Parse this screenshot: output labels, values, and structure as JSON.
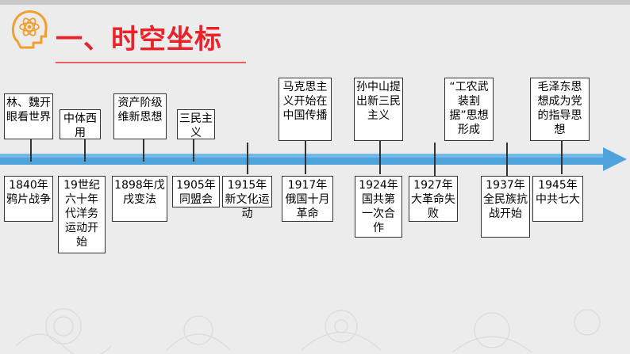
{
  "header": {
    "title": "一、时空坐标"
  },
  "colors": {
    "accent": "#e8232a",
    "arrow": "#4ea3dd",
    "background": "#ececec"
  },
  "icons": {
    "logo": "atom-head-icon"
  },
  "timeline": {
    "upper_events": [
      "林、魏开眼看世界",
      "中体西用",
      "资产阶级维新思想",
      "三民主义",
      "马克思主义开始在中国传播",
      "孙中山提出新三民主义",
      "“工农武装割据”思想形成",
      "毛泽东思想成为党的指导思想"
    ],
    "lower_events": [
      "1840年鸦片战争",
      "19世纪六十年代洋务运动开始",
      "1898年戊戌变法",
      "1905年同盟会",
      "1915年新文化运动",
      "1917年俄国十月革命",
      "1924年国共第一次合作",
      "1927年大革命失败",
      "1937年全民族抗战开始",
      "1945年中共七大"
    ]
  }
}
